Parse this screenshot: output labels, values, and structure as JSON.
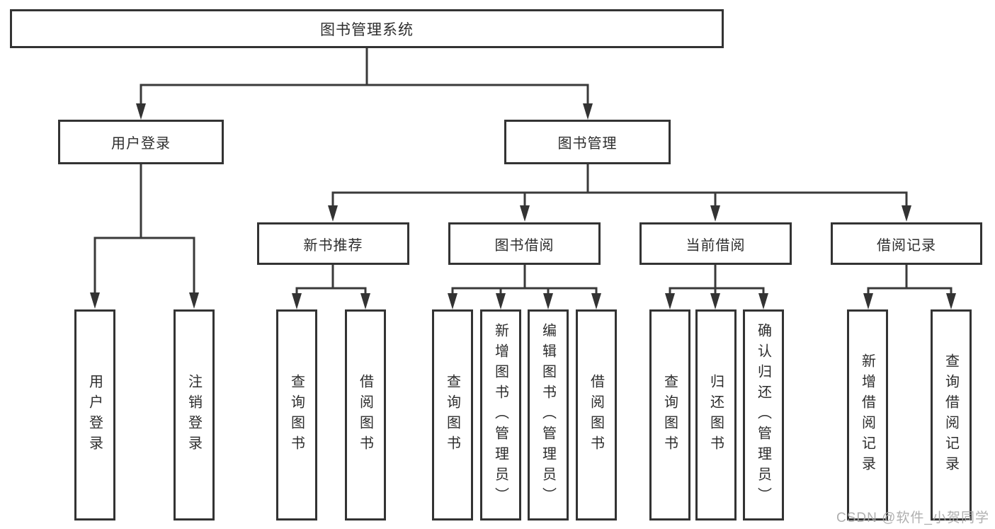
{
  "page": {
    "watermark": "CSDN @软件_小贺同学",
    "colors": {
      "background": "#ffffff",
      "line": "#3a3a3a",
      "box_border": "#333333",
      "text": "#2d2d2d",
      "watermark": "#a8a8a8"
    }
  },
  "tree": {
    "label": "图书管理系统",
    "children": [
      {
        "label": "用户登录",
        "children": [
          {
            "label": "用户登录"
          },
          {
            "label": "注销登录"
          }
        ]
      },
      {
        "label": "图书管理",
        "children": [
          {
            "label": "新书推荐",
            "children": [
              {
                "label": "查询图书"
              },
              {
                "label": "借阅图书"
              }
            ]
          },
          {
            "label": "图书借阅",
            "children": [
              {
                "label": "查询图书"
              },
              {
                "label": "新增图书（管理员）"
              },
              {
                "label": "编辑图书（管理员）"
              },
              {
                "label": "借阅图书"
              }
            ]
          },
          {
            "label": "当前借阅",
            "children": [
              {
                "label": "查询图书"
              },
              {
                "label": "归还图书"
              },
              {
                "label": "确认归还（管理员）"
              }
            ]
          },
          {
            "label": "借阅记录",
            "children": [
              {
                "label": "新增借阅记录"
              },
              {
                "label": "查询借阅记录"
              }
            ]
          }
        ]
      }
    ]
  }
}
